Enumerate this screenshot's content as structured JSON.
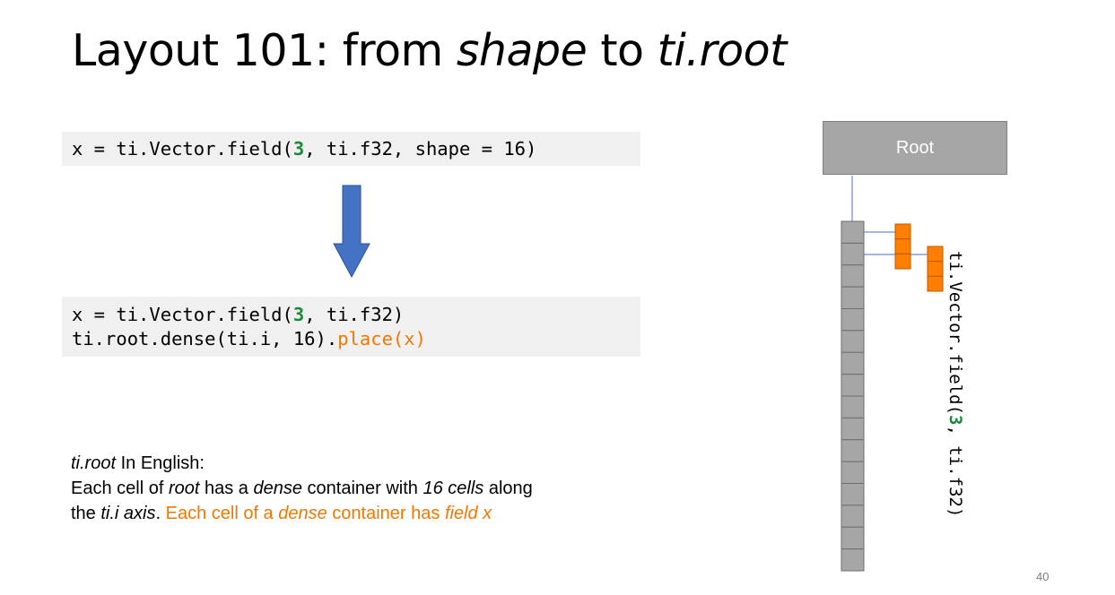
{
  "slide": {
    "title_prefix": "Layout 101: from ",
    "title_italic_1": "shape",
    "title_middle": " to ",
    "title_italic_2": "ti.root",
    "page_number": "40"
  },
  "code_before": {
    "part1": "x = ti.Vector.field(",
    "num": "3",
    "part2": ", ti.f32, shape = 16)"
  },
  "code_after": {
    "line1_part1": "x = ti.Vector.field(",
    "line1_num": "3",
    "line1_part2": ", ti.f32)",
    "line2_part1": "ti.root.dense(ti.i, 16).",
    "line2_highlight": "place(x)"
  },
  "explanation": {
    "l1_italic": "ti.root",
    "l1_rest": " In English:",
    "l2_a": "Each cell of ",
    "l2_root": "root",
    "l2_b": " has a ",
    "l2_dense": "dense",
    "l2_c": " container with ",
    "l2_cells": "16 cells",
    "l2_d": " along",
    "l3_a": "the ",
    "l3_axis": "ti.i axis",
    "l3_b": ". ",
    "l3_orange_a": "Each cell of a ",
    "l3_orange_dense": "dense",
    "l3_orange_b": " container has ",
    "l3_orange_field": "field x"
  },
  "diagram": {
    "root_label": "Root",
    "cell_count": 16,
    "vector_components": 3,
    "vertical_label_part1": "ti.Vector.field(",
    "vertical_label_num": "3",
    "vertical_label_part2": ", ti.f32)"
  },
  "colors": {
    "arrow": "#4472c4",
    "root_box": "#a6a6a6",
    "cell": "#a6a6a6",
    "field_component": "#ff7f00",
    "number": "#1a8a3a",
    "highlight": "#f07800"
  }
}
